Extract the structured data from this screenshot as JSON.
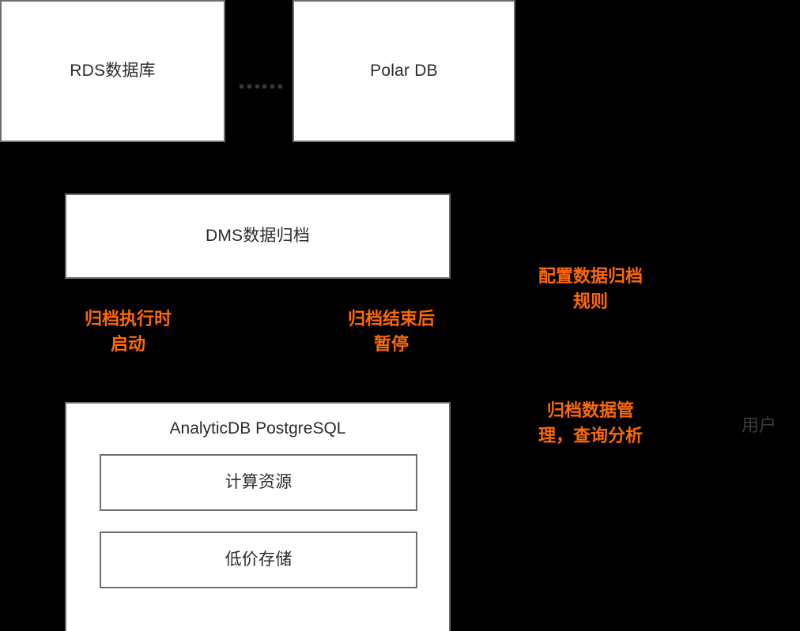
{
  "diagram": {
    "background_color": "#000000",
    "accent_color": "#ff6a00",
    "node_border_color": "#6e6e6e",
    "node_fill_color": "#ffffff",
    "nodes": [
      {
        "id": "rds",
        "label": "RDS数据库"
      },
      {
        "id": "polar",
        "label": "Polar DB"
      },
      {
        "id": "dms",
        "label": "DMS数据归档"
      },
      {
        "id": "adbpg",
        "label": "AnalyticDB PostgreSQL"
      },
      {
        "id": "compute",
        "label": "计算资源"
      },
      {
        "id": "storage",
        "label": "低价存储"
      }
    ],
    "annotations": [
      {
        "id": "start",
        "label": "归档执行时\n启动"
      },
      {
        "id": "pause",
        "label": "归档结束后\n暂停"
      },
      {
        "id": "config",
        "label": "配置数据归档\n规则"
      },
      {
        "id": "manage",
        "label": "归档数据管\n理，查询分析"
      }
    ],
    "actor": {
      "id": "user",
      "label": "用户"
    },
    "connectors": [
      {
        "id": "rds-polar-dotted",
        "style": "dotted",
        "dot_count": 6,
        "color": "#3a3a3a"
      }
    ]
  }
}
